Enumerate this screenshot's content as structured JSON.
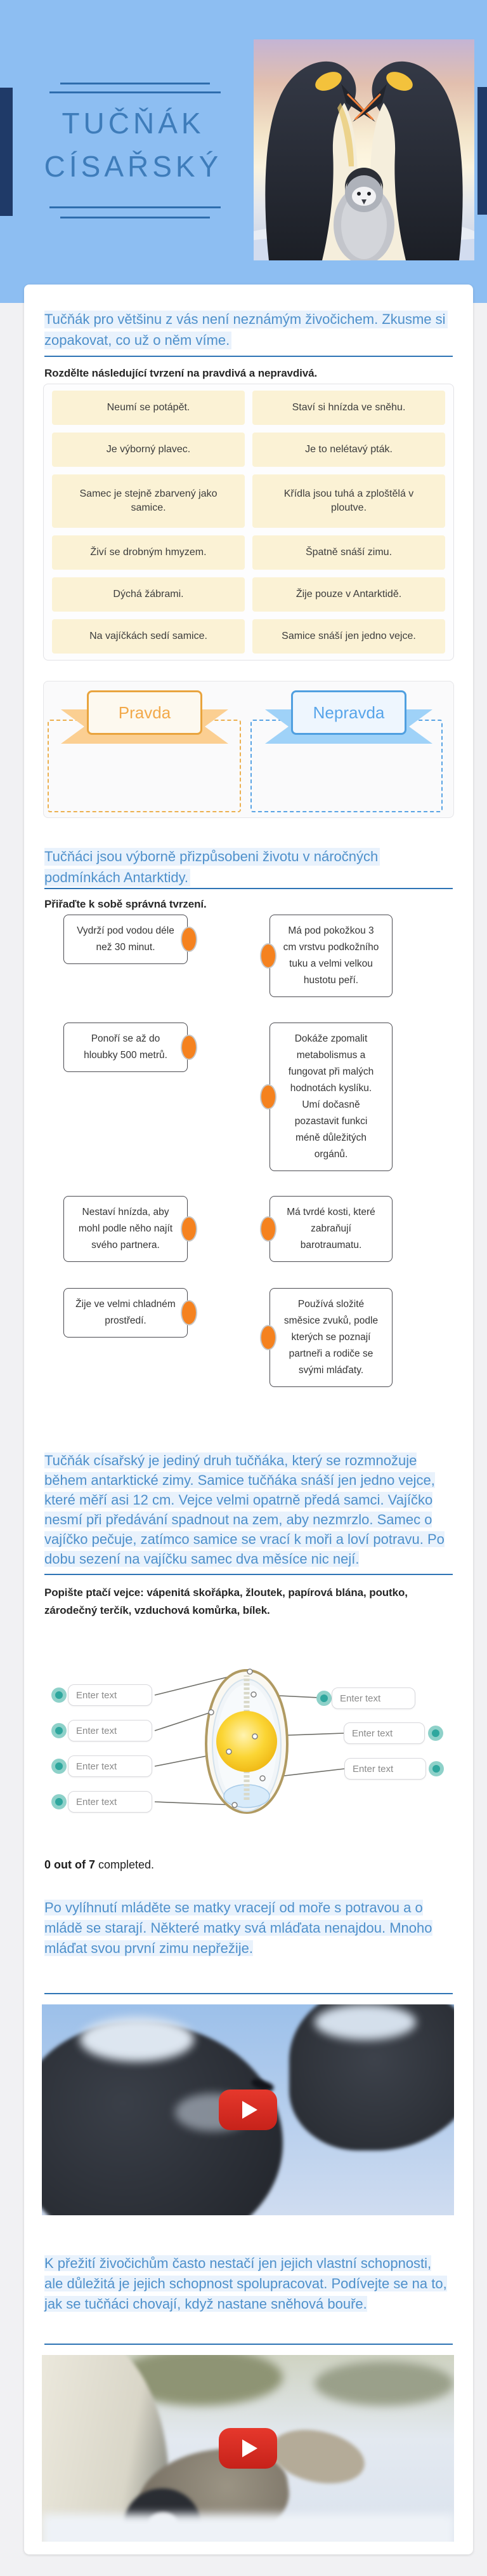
{
  "hero": {
    "title_line1": "TUČŇÁK",
    "title_line2": "CÍSAŘSKÝ"
  },
  "section1": {
    "heading": "Tučňák pro většinu z vás není neznámým živočichem. Zkusme si zopakovat, co už o něm víme.",
    "instruction": "Rozdělte následující tvrzení na pravdivá a nepravdivá.",
    "statements": [
      "Neumí se potápět.",
      "Staví si hnízda ve sněhu.",
      "Je výborný plavec.",
      "Je to nelétavý pták.",
      "Samec je stejně zbarvený jako samice.",
      "Křídla jsou tuhá a zploštělá v ploutve.",
      "Živí se drobným hmyzem.",
      "Špatně snáší zimu.",
      "Dýchá žábrami.",
      "Žije pouze v Antarktidě.",
      "Na vajíčkách sedí samice.",
      "Samice snáší jen jedno vejce."
    ],
    "drop_zones": {
      "true_label": "Pravda",
      "false_label": "Nepravda"
    }
  },
  "section2": {
    "heading": "Tučňáci jsou výborně přizpůsobeni životu v náročných podmínkách Antarktidy.",
    "instruction": "Přiřaďte k sobě správná tvrzení.",
    "pairs": [
      {
        "left": "Vydrží pod vodou déle než 30 minut.",
        "right": "Má pod pokožkou 3 cm vrstvu podkožního tuku a velmi velkou hustotu peří."
      },
      {
        "left": "Ponoří se až do hloubky 500 metrů.",
        "right": "Dokáže zpomalit metabolismus a fungovat při malých hodnotách kyslíku. Umí dočasně pozastavit funkci méně důležitých orgánů."
      },
      {
        "left": "Nestaví hnízda, aby mohl podle něho najít svého partnera.",
        "right": "Má tvrdé kosti, které zabraňují barotraumatu."
      },
      {
        "left": "Žije ve velmi chladném prostředí.",
        "right": "Používá složité směsice zvuků, podle kterých se poznají partneři a rodiče se svými mláďaty."
      }
    ]
  },
  "section3": {
    "paragraph": "Tučňák císařský je jediný druh tučňáka, který se rozmnožuje během antarktické zimy. Samice tučňáka snáší jen jedno vejce, které měří asi 12 cm. Vejce velmi opatrně předá samci. Vajíčko nesmí při předávání spadnout na zem, aby nezmrzlo. Samec o vajíčko pečuje, zatímco samice se vrací k moři a loví potravu. Po dobu sezení na vajíčku samec dva měsíce nic nejí.",
    "instruction_prefix": "Popište ptačí vejce: vápenitá skořápka, ",
    "term_bold_1": "žloutek,",
    "instruction_mid": " papírová blána, ",
    "term_bold_2": "poutko,",
    "instruction_suffix": " zárodečný terčík, vzduchová komůrka,  bílek.",
    "input_placeholder": "Enter text",
    "progress_bold": "0 out of 7",
    "progress_rest": " completed."
  },
  "section4": {
    "heading": "Po vylíhnutí mláděte se matky vracejí od moře s potravou a o mládě se starají. Některé matky svá mláďata nenajdou. Mnoho mláďat svou první zimu nepřežije."
  },
  "section5": {
    "heading": "K přežití živočichům často nestačí jen jejich vlastní schopnosti, ale důležitá je jejich schopnost spolupracovat. Podívejte se na to, jak se tučňáci chovají, když nastane sněhová bouře."
  },
  "colors": {
    "hero_bg": "#8dbef2",
    "navy": "#1f3a68",
    "title_blue": "#3e7cba",
    "heading_blue": "#4e90cb",
    "rule_blue": "#2e74b5",
    "statement_cream": "#fbf2d5",
    "ribbon_orange": "#e9a43e",
    "ribbon_blue": "#4f9fe0",
    "connector_orange": "#f5821f",
    "marker_teal": "#2fa79e",
    "play_red": "#dd2c1f"
  }
}
